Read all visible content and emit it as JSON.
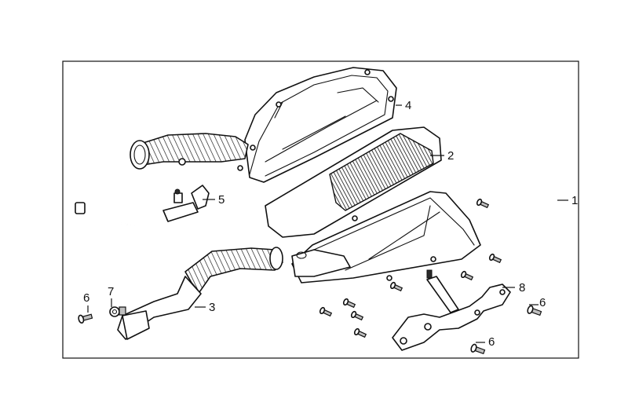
{
  "callouts": {
    "c1": "1",
    "c2": "2",
    "c3": "3",
    "c4": "4",
    "c5": "5",
    "c6a": "6",
    "c6b": "6",
    "c6c": "6",
    "c7": "7",
    "c8": "8"
  },
  "colors": {
    "line": "#111111",
    "background": "#ffffff"
  }
}
